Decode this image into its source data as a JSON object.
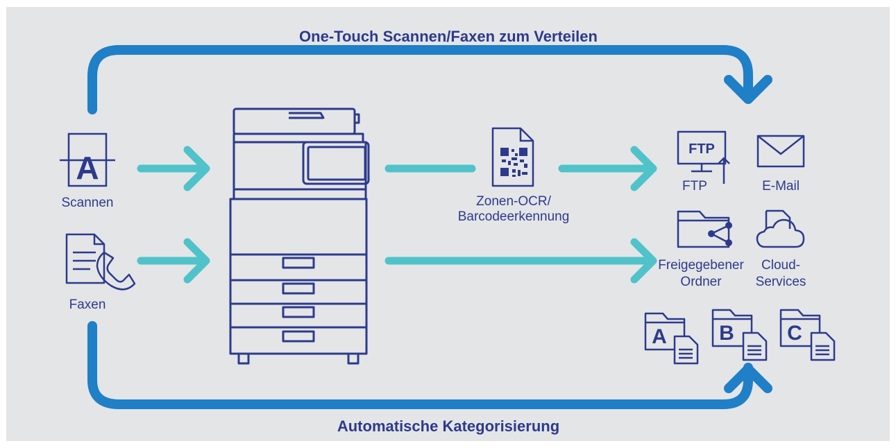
{
  "diagram": {
    "top_label": "One-Touch Scannen/Faxen zum Verteilen",
    "bottom_label": "Automatische Kategorisierung",
    "inputs": {
      "scan": "Scannen",
      "fax": "Faxen"
    },
    "ocr": {
      "line1": "Zonen-OCR/",
      "line2": "Barcodeerkennung"
    },
    "destinations": {
      "ftp_icon_text": "FTP",
      "ftp": "FTP",
      "email": "E-Mail",
      "shared_folder_line1": "Freigegebener",
      "shared_folder_line2": "Ordner",
      "cloud_line1": "Cloud-",
      "cloud_line2": "Services"
    },
    "scan_letter": "A",
    "categories": [
      "A",
      "B",
      "C"
    ],
    "colors": {
      "dark_blue": "#2d3a8c",
      "loop_blue": "#1f7fc7",
      "teal": "#4fc3c9",
      "background": "#e4e5e7"
    }
  }
}
